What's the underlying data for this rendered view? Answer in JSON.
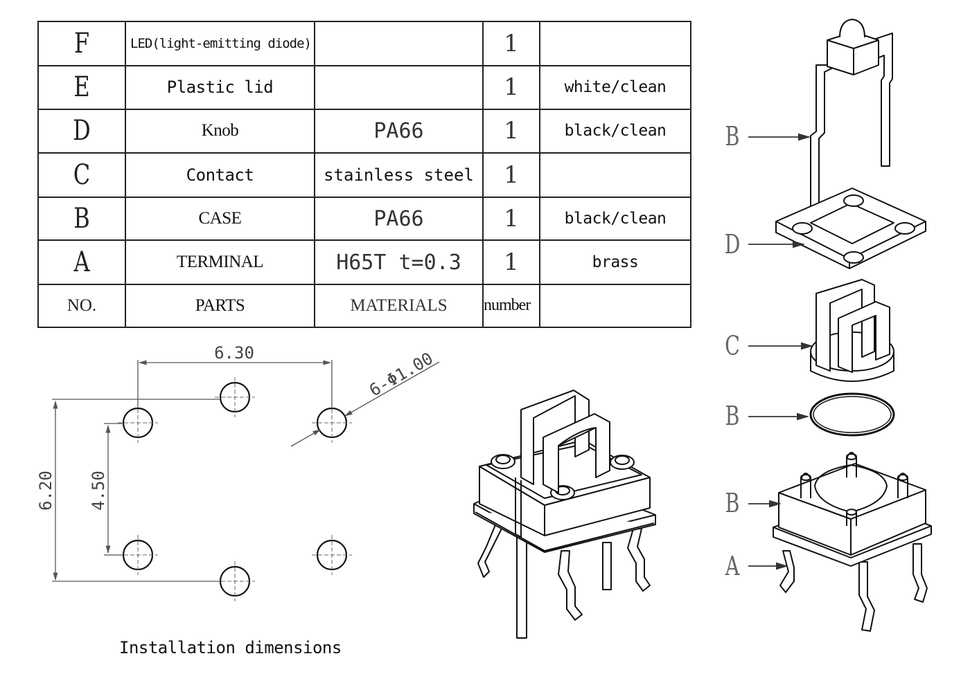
{
  "bom": {
    "rows": [
      {
        "no": "F",
        "part": "LED(light-emitting diode)",
        "material": "",
        "qty": "1",
        "note": ""
      },
      {
        "no": "E",
        "part": "Plastic lid",
        "material": "",
        "qty": "1",
        "note": "white/clean"
      },
      {
        "no": "D",
        "part": "Knob",
        "material": "PA66",
        "qty": "1",
        "note": "black/clean"
      },
      {
        "no": "C",
        "part": "Contact",
        "material": "stainless steel",
        "qty": "1",
        "note": ""
      },
      {
        "no": "B",
        "part": "CASE",
        "material": "PA66",
        "qty": "1",
        "note": "black/clean"
      },
      {
        "no": "A",
        "part": "TERMINAL",
        "material": "H65T t=0.3",
        "qty": "1",
        "note": "brass"
      }
    ],
    "header": {
      "no": "NO.",
      "part": "PARTS",
      "material": "MATERIALS",
      "qty": "number",
      "note": ""
    }
  },
  "installation": {
    "caption": "Installation dimensions",
    "dim_width": "6.30",
    "dim_height_outer": "6.20",
    "dim_height_inner": "4.50",
    "dim_hole": "6-Φ1.00"
  },
  "exploded_labels": [
    "B",
    "D",
    "C",
    "B",
    "B",
    "A"
  ]
}
